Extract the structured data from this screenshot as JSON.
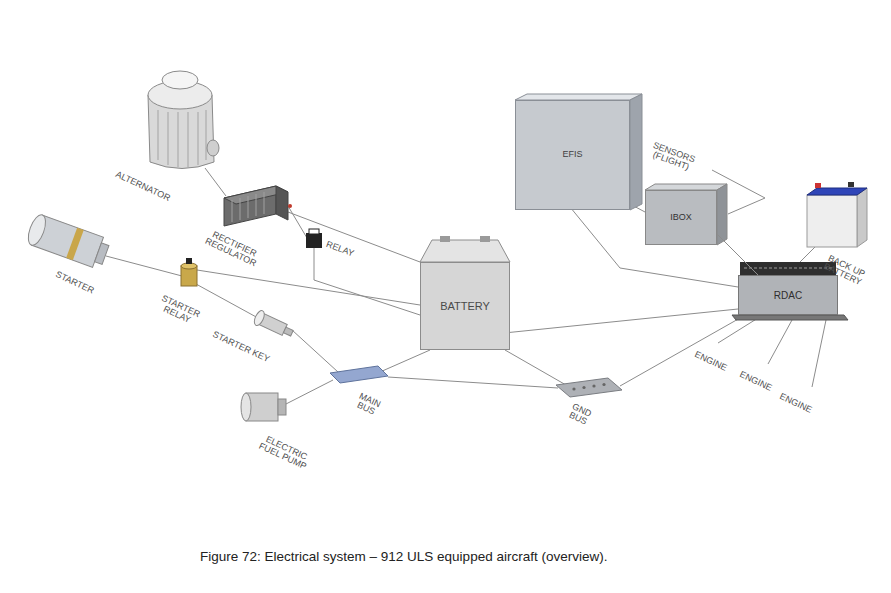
{
  "diagram": {
    "caption": "Figure 72: Electrical system – 912 ULS equipped aircraft (overview).",
    "nodes": [
      {
        "text": [
          "BATTERY"
        ]
      },
      {
        "text": [
          "EFIS"
        ]
      },
      {
        "text": [
          "IBOX"
        ]
      },
      {
        "text": [
          "RDAC"
        ]
      }
    ],
    "edges": [
      {
        "from": 1,
        "to": 3,
        "arrow": "none"
      },
      {
        "from": 2,
        "to": 3,
        "arrow": "none"
      },
      {
        "from": 0,
        "to": 3,
        "arrow": "none"
      }
    ],
    "labels": [
      "ALTERNATOR",
      "RECTIFIER REGULATOR",
      "RELAY",
      "STARTER",
      "STARTER RELAY",
      "STARTER KEY",
      "ELECTRIC FUEL PUMP",
      "MAIN BUS",
      "GND BUS",
      "SENSORS (FLIGHT)",
      "BACK UP BATTERY",
      "ENGINE",
      "ENGINE",
      "ENGINE"
    ]
  }
}
